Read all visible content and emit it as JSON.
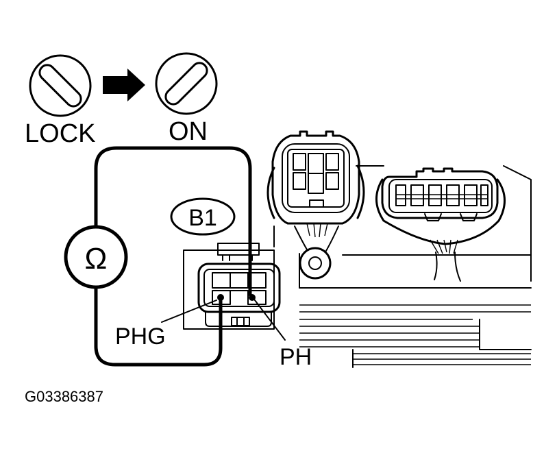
{
  "ignition": {
    "from_label": "LOCK",
    "to_label": "ON"
  },
  "connector_label": "B1",
  "meter_symbol": "Ω",
  "terminals": {
    "left": "PHG",
    "right": "PH"
  },
  "figure_code": "G03386387"
}
